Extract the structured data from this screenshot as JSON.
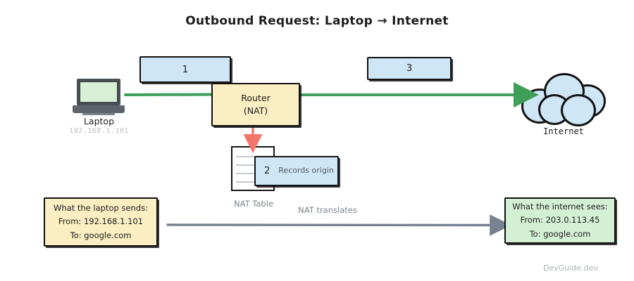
{
  "title": "Outbound Request: Laptop → Internet",
  "watermark": "DevGuide.dev",
  "colors": {
    "flow_green": "#3f9e57",
    "nat_arrow_red": "#f4756a",
    "translate_arrow_gray": "#77818f",
    "box_blue": "#cfe6f7",
    "box_yellow": "#faeec2",
    "box_green": "#d4f0d4",
    "outline_black": "#111111",
    "muted_text": "#7e848c"
  },
  "nodes": {
    "laptop": {
      "label": "Laptop",
      "ip": "192.168.1.101",
      "icon": "laptop-icon"
    },
    "router": {
      "line1": "Router",
      "line2": "(NAT)"
    },
    "internet": {
      "label": "Internet",
      "icon": "cloud-icon"
    },
    "nat_table": {
      "label": "NAT Table",
      "icon": "table-document-icon"
    }
  },
  "steps": [
    {
      "number": "1",
      "note": ""
    },
    {
      "number": "2",
      "note": "Records origin"
    },
    {
      "number": "3",
      "note": ""
    }
  ],
  "edge_labels": {
    "nat_translates": "NAT translates"
  },
  "notes": {
    "left": {
      "heading": "What the laptop sends:",
      "from": "From: 192.168.1.101",
      "to": "To: google.com"
    },
    "right": {
      "heading": "What the internet sees:",
      "from": "From: 203.0.113.45",
      "to": "To: google.com"
    }
  }
}
